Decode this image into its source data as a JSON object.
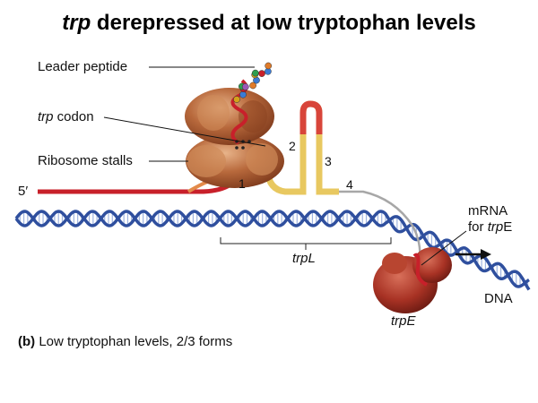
{
  "title": {
    "gene": "trp",
    "rest": " derepressed at low tryptophan levels"
  },
  "labels": {
    "leader_peptide": "Leader peptide",
    "trp_codon_italic": "trp",
    "trp_codon_rest": " codon",
    "ribosome_stalls": "Ribosome stalls",
    "five_prime": "5′",
    "region_1": "1",
    "region_2": "2",
    "region_3": "3",
    "region_4": "4",
    "trpL": "trpL",
    "mrna_line1": "mRNA",
    "mrna_line2_prefix": "for ",
    "mrna_line2_italic": "trp",
    "mrna_line2_suffix": "E",
    "dna": "DNA",
    "trpE": "trpE"
  },
  "caption": {
    "panel": "(b)",
    "text": " Low tryptophan levels, 2/3 forms"
  },
  "colors": {
    "dna_strand": "#2f4f9e",
    "dna_rung": "#ffffff",
    "mrna_red": "#c8202a",
    "hairpin_yellow": "#f3df8a",
    "ribosome": "#b8693c",
    "ribosome_shadow": "#7e3a1c",
    "protein_red": "#a83224"
  }
}
